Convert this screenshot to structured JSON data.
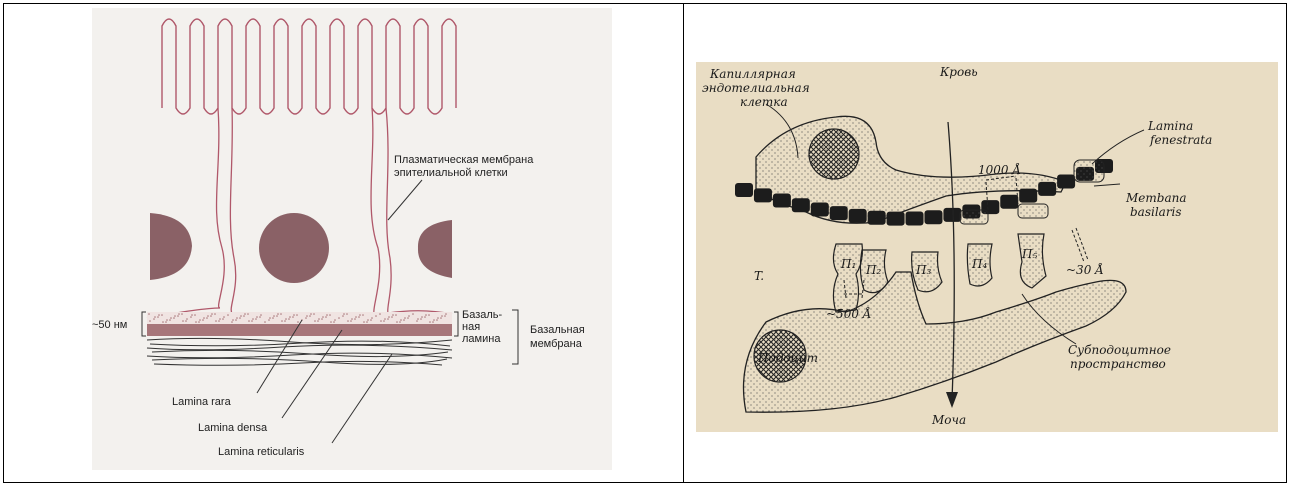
{
  "colors": {
    "membrane": "#b0586a",
    "nucleus": "#8a6166",
    "lamina": "#a7767a",
    "paper_left": "#f3f1ee",
    "paper_right": "#e9ddc4",
    "ink": "#1a1a1a"
  },
  "left_diagram": {
    "labels": {
      "plasma_membrane_line1": "Плазматическая мембрана",
      "plasma_membrane_line2": "эпителиальной клетки",
      "thickness": "~50 нм",
      "basal_lamina_1": "Базаль-",
      "basal_lamina_2": "ная",
      "basal_lamina_3": "ламина",
      "basal_membrane_1": "Базальная",
      "basal_membrane_2": "мембрана",
      "lamina_rara": "Lamina rara",
      "lamina_densa": "Lamina densa",
      "lamina_reticularis": "Lamina reticularis"
    }
  },
  "right_diagram": {
    "labels": {
      "capillary_1": "Капиллярная",
      "capillary_2": "эндотелиальная",
      "capillary_3": "клетка",
      "blood": "Кровь",
      "lamina_fenestrata_1": "Lamina",
      "lamina_fenestrata_2": "fenestrata",
      "membrana_basilaris_1": "Membana",
      "membrana_basilaris_2": "basilaris",
      "dist_1000": "1000 Å",
      "dist_500": "~500 Å",
      "dist_30": "~30 Å",
      "t": "T.",
      "p1": "П₁",
      "p2": "П₂",
      "p3": "П₃",
      "p4": "П₄",
      "p5": "П₅",
      "podocyte": "Подоцит",
      "subpodocyte_1": "Субподоцитное",
      "subpodocyte_2": "пространство",
      "urine": "Моча"
    }
  }
}
